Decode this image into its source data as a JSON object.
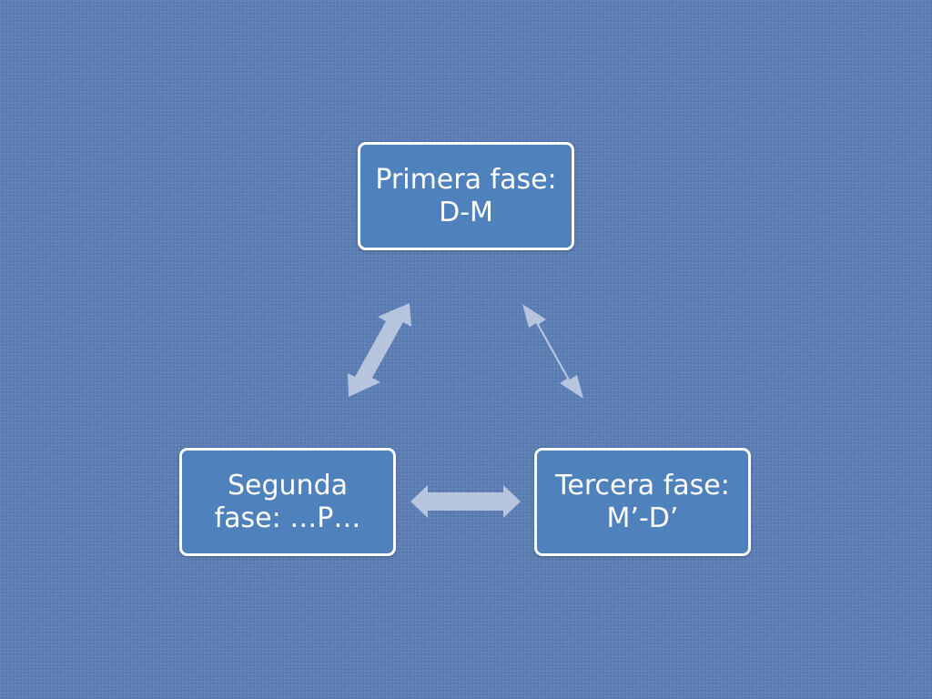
{
  "diagram": {
    "nodes": [
      {
        "id": "primera",
        "label": "Primera fase:\nD-M"
      },
      {
        "id": "segunda",
        "label": "Segunda\nfase: …P…"
      },
      {
        "id": "tercera",
        "label": "Tercera fase:\nM’-D’"
      }
    ],
    "connections": [
      {
        "from": "primera",
        "to": "segunda",
        "style": "double-arrow"
      },
      {
        "from": "primera",
        "to": "tercera",
        "style": "double-arrow"
      },
      {
        "from": "segunda",
        "to": "tercera",
        "style": "double-arrow"
      }
    ]
  },
  "colors": {
    "background": "#4a6ca6",
    "node_fill": "#4f81bd",
    "node_border": "#ffffff",
    "node_text": "#ffffff",
    "arrow_fill": "#b6c4de"
  }
}
